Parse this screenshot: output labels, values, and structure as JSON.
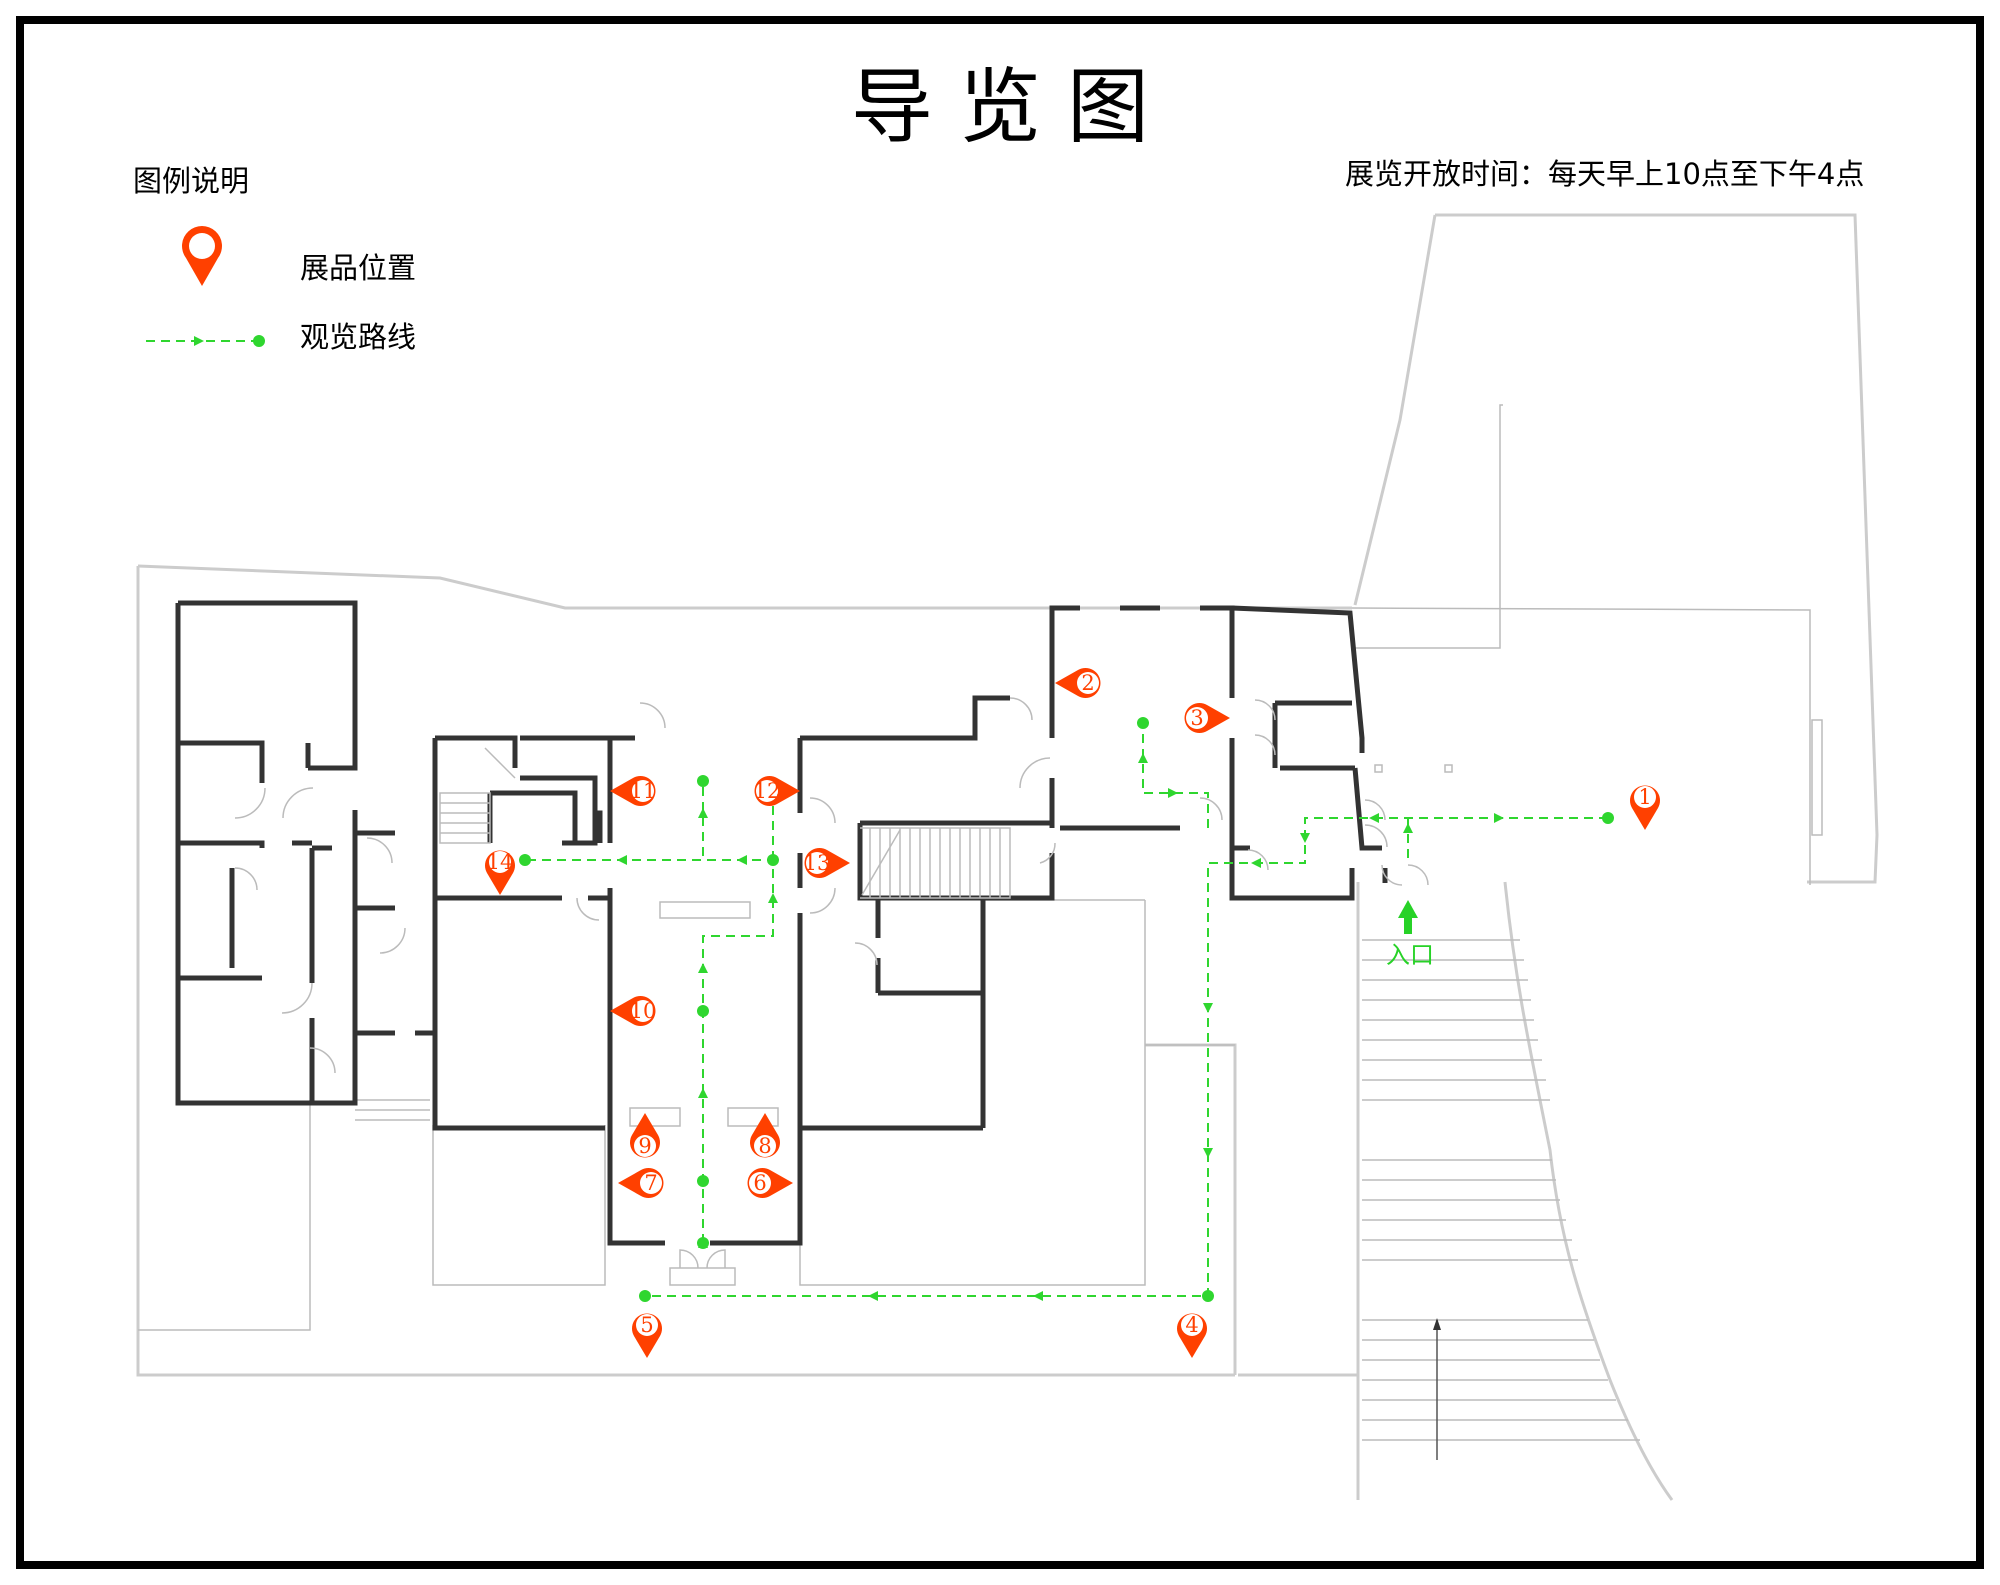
{
  "map": {
    "title": "导 览 图",
    "legend": {
      "heading": "图例说明",
      "items": [
        {
          "icon": "exhibit-location-marker-icon",
          "label": "展品位置"
        },
        {
          "icon": "tour-route-line-icon",
          "label": "观览路线"
        }
      ]
    },
    "opening_hours": "展览开放时间：每天早上10点至下午4点",
    "entrance_label": "入口",
    "exhibits": [
      {
        "number": "1"
      },
      {
        "number": "2"
      },
      {
        "number": "3"
      },
      {
        "number": "4"
      },
      {
        "number": "5"
      },
      {
        "number": "6"
      },
      {
        "number": "7"
      },
      {
        "number": "8"
      },
      {
        "number": "9"
      },
      {
        "number": "10"
      },
      {
        "number": "11"
      },
      {
        "number": "12"
      },
      {
        "number": "13"
      },
      {
        "number": "14"
      }
    ],
    "colors": {
      "marker": "#ff4000",
      "route": "#2fd62f",
      "wall": "#333333",
      "frame": "#000000"
    }
  }
}
